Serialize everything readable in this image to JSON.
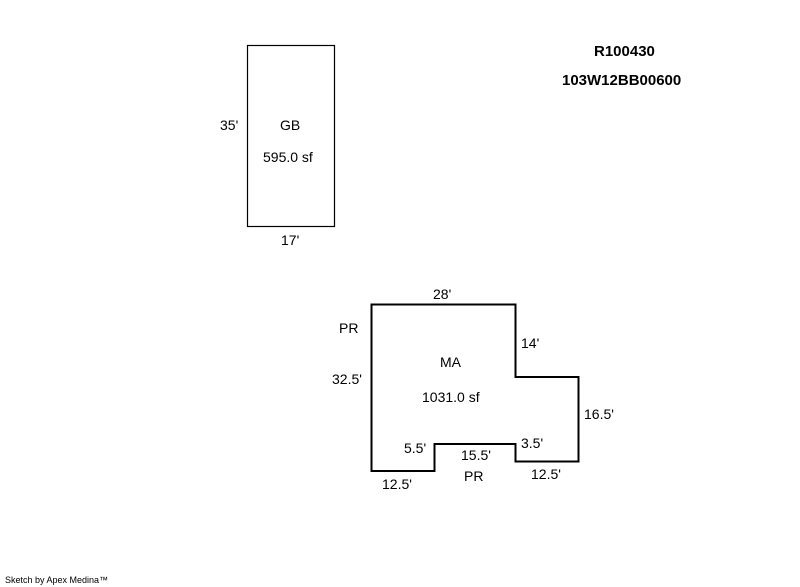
{
  "header": {
    "parcel_id": "R100430",
    "map_number": "103W12BB00600"
  },
  "gb": {
    "code": "GB",
    "area": "595.0 sf",
    "dim_left": "35'",
    "dim_bottom": "17'"
  },
  "ma": {
    "code": "MA",
    "area": "1031.0 sf",
    "dim_top": "28'",
    "dim_upper_right": "14'",
    "dim_right": "16.5'",
    "dim_left": "32.5'",
    "dim_notch_left": "5.5'",
    "dim_notch_bottom": "15.5'",
    "dim_notch_right": "3.5'",
    "dim_bottom_left": "12.5'",
    "dim_bottom_right": "12.5'",
    "porch_left": "PR",
    "porch_bottom": "PR"
  },
  "footer": {
    "credit": "Sketch by Apex Medina™"
  }
}
